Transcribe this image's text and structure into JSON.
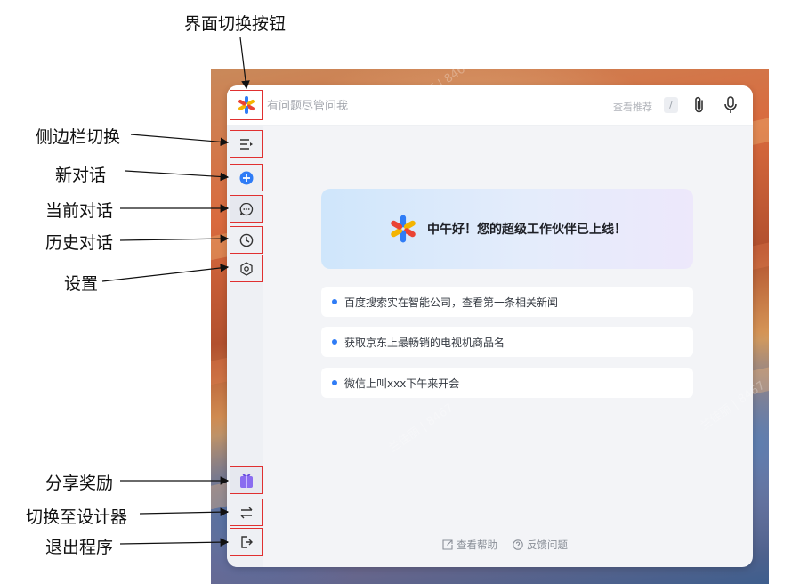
{
  "annotations": {
    "ui_switch": "界面切换按钮",
    "sidebar_toggle": "侧边栏切换",
    "new_chat": "新对话",
    "current_chat": "当前对话",
    "history": "历史对话",
    "settings": "设置",
    "share_reward": "分享奖励",
    "switch_designer": "切换至设计器",
    "exit": "退出程序"
  },
  "topbar": {
    "logo_icon": "pinwheel-logo-icon",
    "input_placeholder": "有问题尽管问我",
    "recommend_label": "查看推荐",
    "shortcut_key": "/",
    "attach_icon": "paperclip-icon",
    "mic_icon": "microphone-icon"
  },
  "sidebar": {
    "icons": [
      "menu-toggle-icon",
      "plus-circle-icon",
      "chat-bubble-icon",
      "clock-icon",
      "hexagon-gear-icon",
      "gift-icon",
      "swap-arrows-icon",
      "logout-icon"
    ]
  },
  "main": {
    "welcome": "中午好！您的超级工作伙伴已上线！",
    "suggestions": [
      "百度搜索实在智能公司，查看第一条相关新闻",
      "获取京东上最畅销的电视机商品名",
      "微信上叫xxx下午来开会"
    ]
  },
  "footer": {
    "help": "查看帮助",
    "feedback": "反馈问题"
  },
  "watermark": "兰佳丽 | 8467",
  "colors": {
    "accent_blue": "#2f7cf6",
    "annotation_red": "#e03030"
  }
}
